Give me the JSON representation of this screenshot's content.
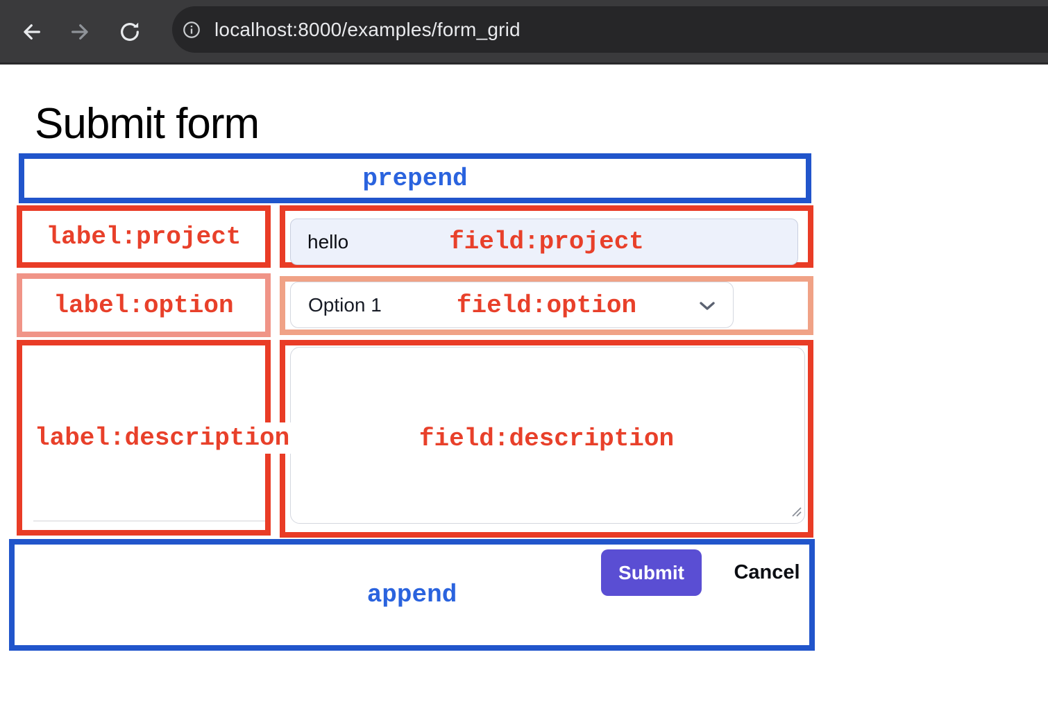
{
  "browser": {
    "url": "localhost:8000/examples/form_grid",
    "icons": {
      "back": "back-arrow-icon",
      "forward": "forward-arrow-icon",
      "reload": "reload-icon",
      "page_info": "info-icon"
    }
  },
  "page": {
    "title": "Submit form",
    "grid": {
      "prepend": {
        "label": "prepend"
      },
      "append": {
        "label": "append"
      },
      "rows": [
        {
          "label": "label:project",
          "field": "field:project",
          "control": "text-input",
          "value": "hello"
        },
        {
          "label": "label:option",
          "field": "field:option",
          "control": "select",
          "selected_option": "Option 1"
        },
        {
          "label": "label:description",
          "field": "field:description",
          "control": "textarea",
          "value": ""
        }
      ]
    },
    "actions": {
      "submit": "Submit",
      "cancel": "Cancel"
    },
    "colors": {
      "overlay_blue_border": "#2155cb",
      "overlay_blue_text": "#2a63de",
      "overlay_red_border": "#e93c26",
      "overlay_red_text": "#e8402a",
      "overlay_salmon_label_border": "#f09487",
      "overlay_salmon_field_border": "#f0a286",
      "submit_button": "#5a4ed3",
      "input_fill": "#edf1fb",
      "chrome_bar": "#3a3a3c",
      "chrome_pill": "#262628"
    }
  }
}
